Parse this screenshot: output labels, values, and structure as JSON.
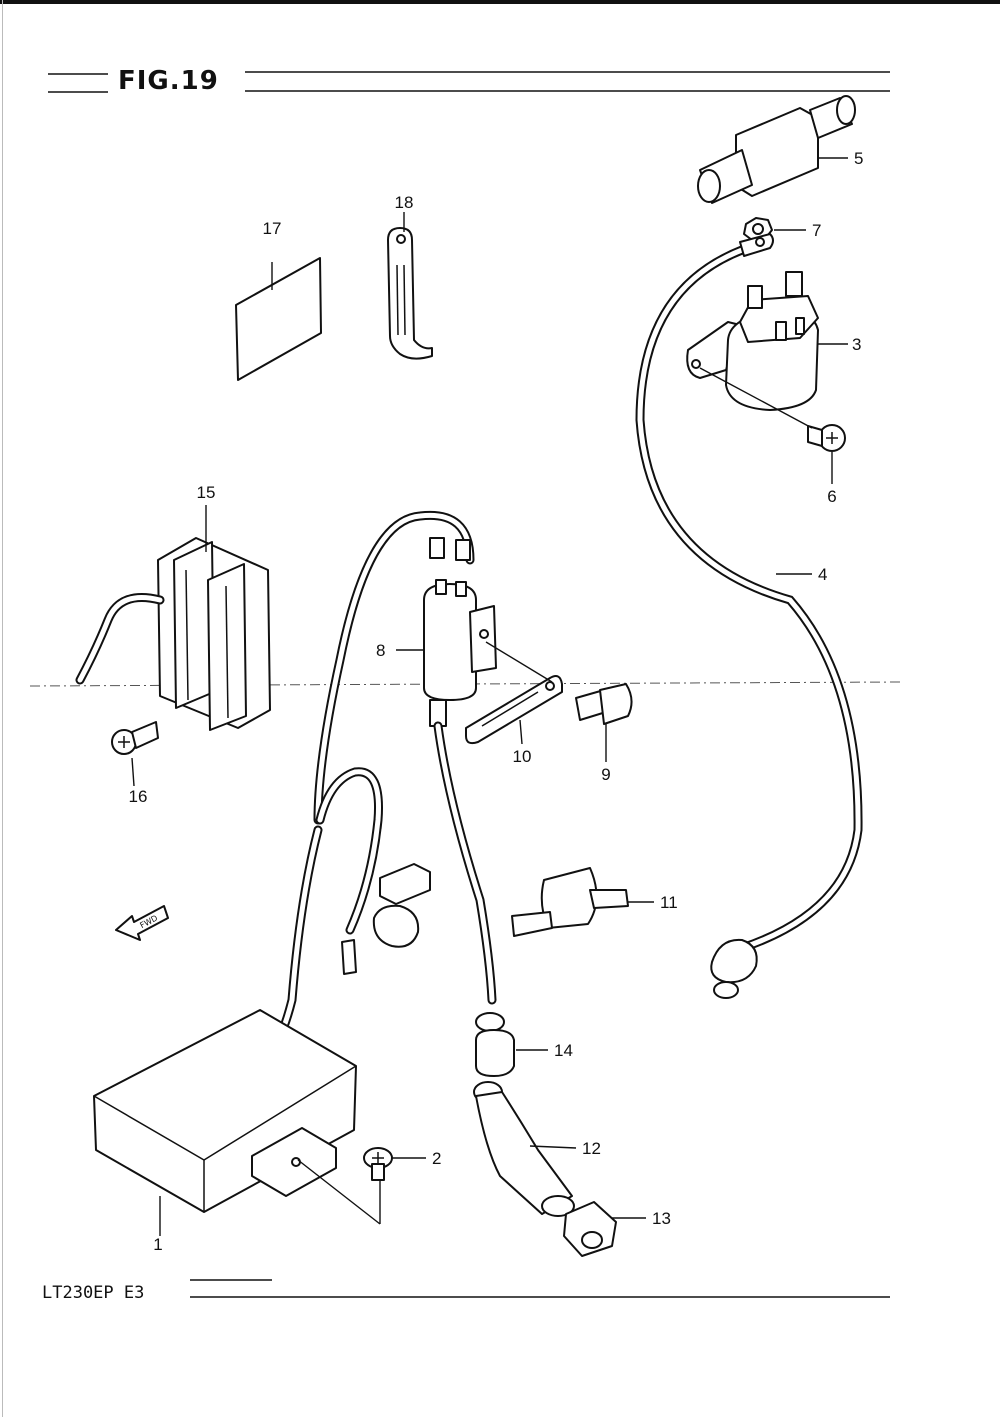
{
  "figure": {
    "title": "FIG.19",
    "model_code": "LT230EP  E3"
  },
  "fwd_arrow_label": "FWD",
  "parts": [
    {
      "ref": "1"
    },
    {
      "ref": "2"
    },
    {
      "ref": "3"
    },
    {
      "ref": "4"
    },
    {
      "ref": "5"
    },
    {
      "ref": "6"
    },
    {
      "ref": "7"
    },
    {
      "ref": "8"
    },
    {
      "ref": "9"
    },
    {
      "ref": "10"
    },
    {
      "ref": "11"
    },
    {
      "ref": "12"
    },
    {
      "ref": "13"
    },
    {
      "ref": "14"
    },
    {
      "ref": "15"
    },
    {
      "ref": "16"
    },
    {
      "ref": "17"
    },
    {
      "ref": "18"
    }
  ]
}
